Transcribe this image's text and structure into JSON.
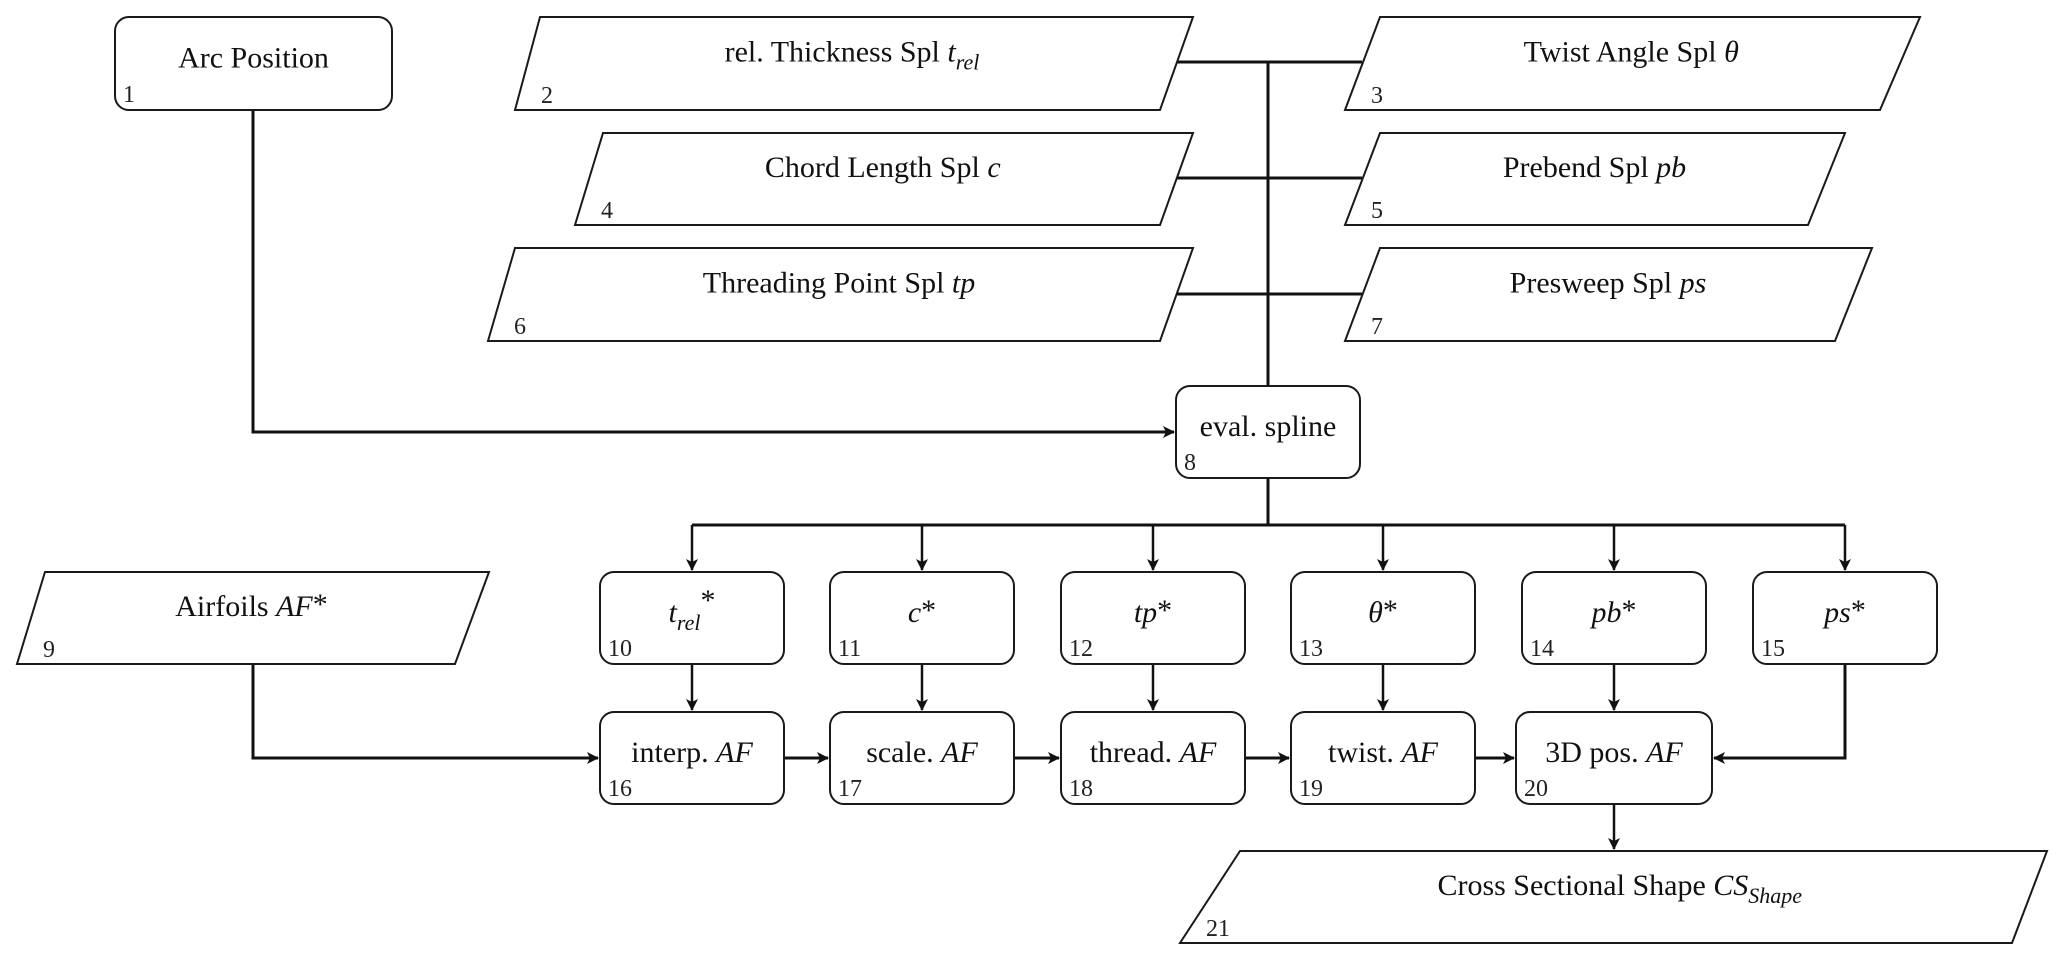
{
  "diagram": {
    "nodes": [
      {
        "id": "1",
        "shape": "process",
        "text": "Arc Position",
        "math": "",
        "sub": "",
        "sup": ""
      },
      {
        "id": "2",
        "shape": "data",
        "text": "rel. Thickness Spl ",
        "math": "t",
        "sub": "rel",
        "sup": ""
      },
      {
        "id": "3",
        "shape": "data",
        "text": "Twist Angle Spl ",
        "math": "θ",
        "sub": "",
        "sup": ""
      },
      {
        "id": "4",
        "shape": "data",
        "text": "Chord Length Spl ",
        "math": "c",
        "sub": "",
        "sup": ""
      },
      {
        "id": "5",
        "shape": "data",
        "text": "Prebend Spl ",
        "math": "pb",
        "sub": "",
        "sup": ""
      },
      {
        "id": "6",
        "shape": "data",
        "text": "Threading Point Spl ",
        "math": "tp",
        "sub": "",
        "sup": ""
      },
      {
        "id": "7",
        "shape": "data",
        "text": "Presweep Spl ",
        "math": "ps",
        "sub": "",
        "sup": ""
      },
      {
        "id": "8",
        "shape": "process",
        "text": "eval. spline",
        "math": "",
        "sub": "",
        "sup": ""
      },
      {
        "id": "9",
        "shape": "data",
        "text": "Airfoils ",
        "math": "AF",
        "sub": "",
        "sup": "*"
      },
      {
        "id": "10",
        "shape": "process",
        "text": "",
        "math": "t",
        "sub": "rel",
        "sup": "*"
      },
      {
        "id": "11",
        "shape": "process",
        "text": "",
        "math": "c",
        "sub": "",
        "sup": "*"
      },
      {
        "id": "12",
        "shape": "process",
        "text": "",
        "math": "tp",
        "sub": "",
        "sup": "*"
      },
      {
        "id": "13",
        "shape": "process",
        "text": "",
        "math": "θ",
        "sub": "",
        "sup": "*"
      },
      {
        "id": "14",
        "shape": "process",
        "text": "",
        "math": "pb",
        "sub": "",
        "sup": "*"
      },
      {
        "id": "15",
        "shape": "process",
        "text": "",
        "math": "ps",
        "sub": "",
        "sup": "*"
      },
      {
        "id": "16",
        "shape": "process",
        "text": "interp. ",
        "math": "AF",
        "sub": "",
        "sup": ""
      },
      {
        "id": "17",
        "shape": "process",
        "text": "scale. ",
        "math": "AF",
        "sub": "",
        "sup": ""
      },
      {
        "id": "18",
        "shape": "process",
        "text": "thread. ",
        "math": "AF",
        "sub": "",
        "sup": ""
      },
      {
        "id": "19",
        "shape": "process",
        "text": "twist. ",
        "math": "AF",
        "sub": "",
        "sup": ""
      },
      {
        "id": "20",
        "shape": "process",
        "text": "3D pos. ",
        "math": "AF",
        "sub": "",
        "sup": ""
      },
      {
        "id": "21",
        "shape": "data",
        "text": "Cross Sectional Shape ",
        "math": "CS",
        "sub": "Shape",
        "sup": ""
      }
    ],
    "edges": [
      {
        "from": "2",
        "to": "8"
      },
      {
        "from": "3",
        "to": "8"
      },
      {
        "from": "4",
        "to": "8"
      },
      {
        "from": "5",
        "to": "8"
      },
      {
        "from": "6",
        "to": "8"
      },
      {
        "from": "7",
        "to": "8"
      },
      {
        "from": "1",
        "to": "8"
      },
      {
        "from": "8",
        "to": "10"
      },
      {
        "from": "8",
        "to": "11"
      },
      {
        "from": "8",
        "to": "12"
      },
      {
        "from": "8",
        "to": "13"
      },
      {
        "from": "8",
        "to": "14"
      },
      {
        "from": "8",
        "to": "15"
      },
      {
        "from": "10",
        "to": "16"
      },
      {
        "from": "11",
        "to": "17"
      },
      {
        "from": "12",
        "to": "18"
      },
      {
        "from": "13",
        "to": "19"
      },
      {
        "from": "14",
        "to": "20"
      },
      {
        "from": "15",
        "to": "20"
      },
      {
        "from": "9",
        "to": "16"
      },
      {
        "from": "16",
        "to": "17"
      },
      {
        "from": "17",
        "to": "18"
      },
      {
        "from": "18",
        "to": "19"
      },
      {
        "from": "19",
        "to": "20"
      },
      {
        "from": "20",
        "to": "21"
      }
    ]
  }
}
